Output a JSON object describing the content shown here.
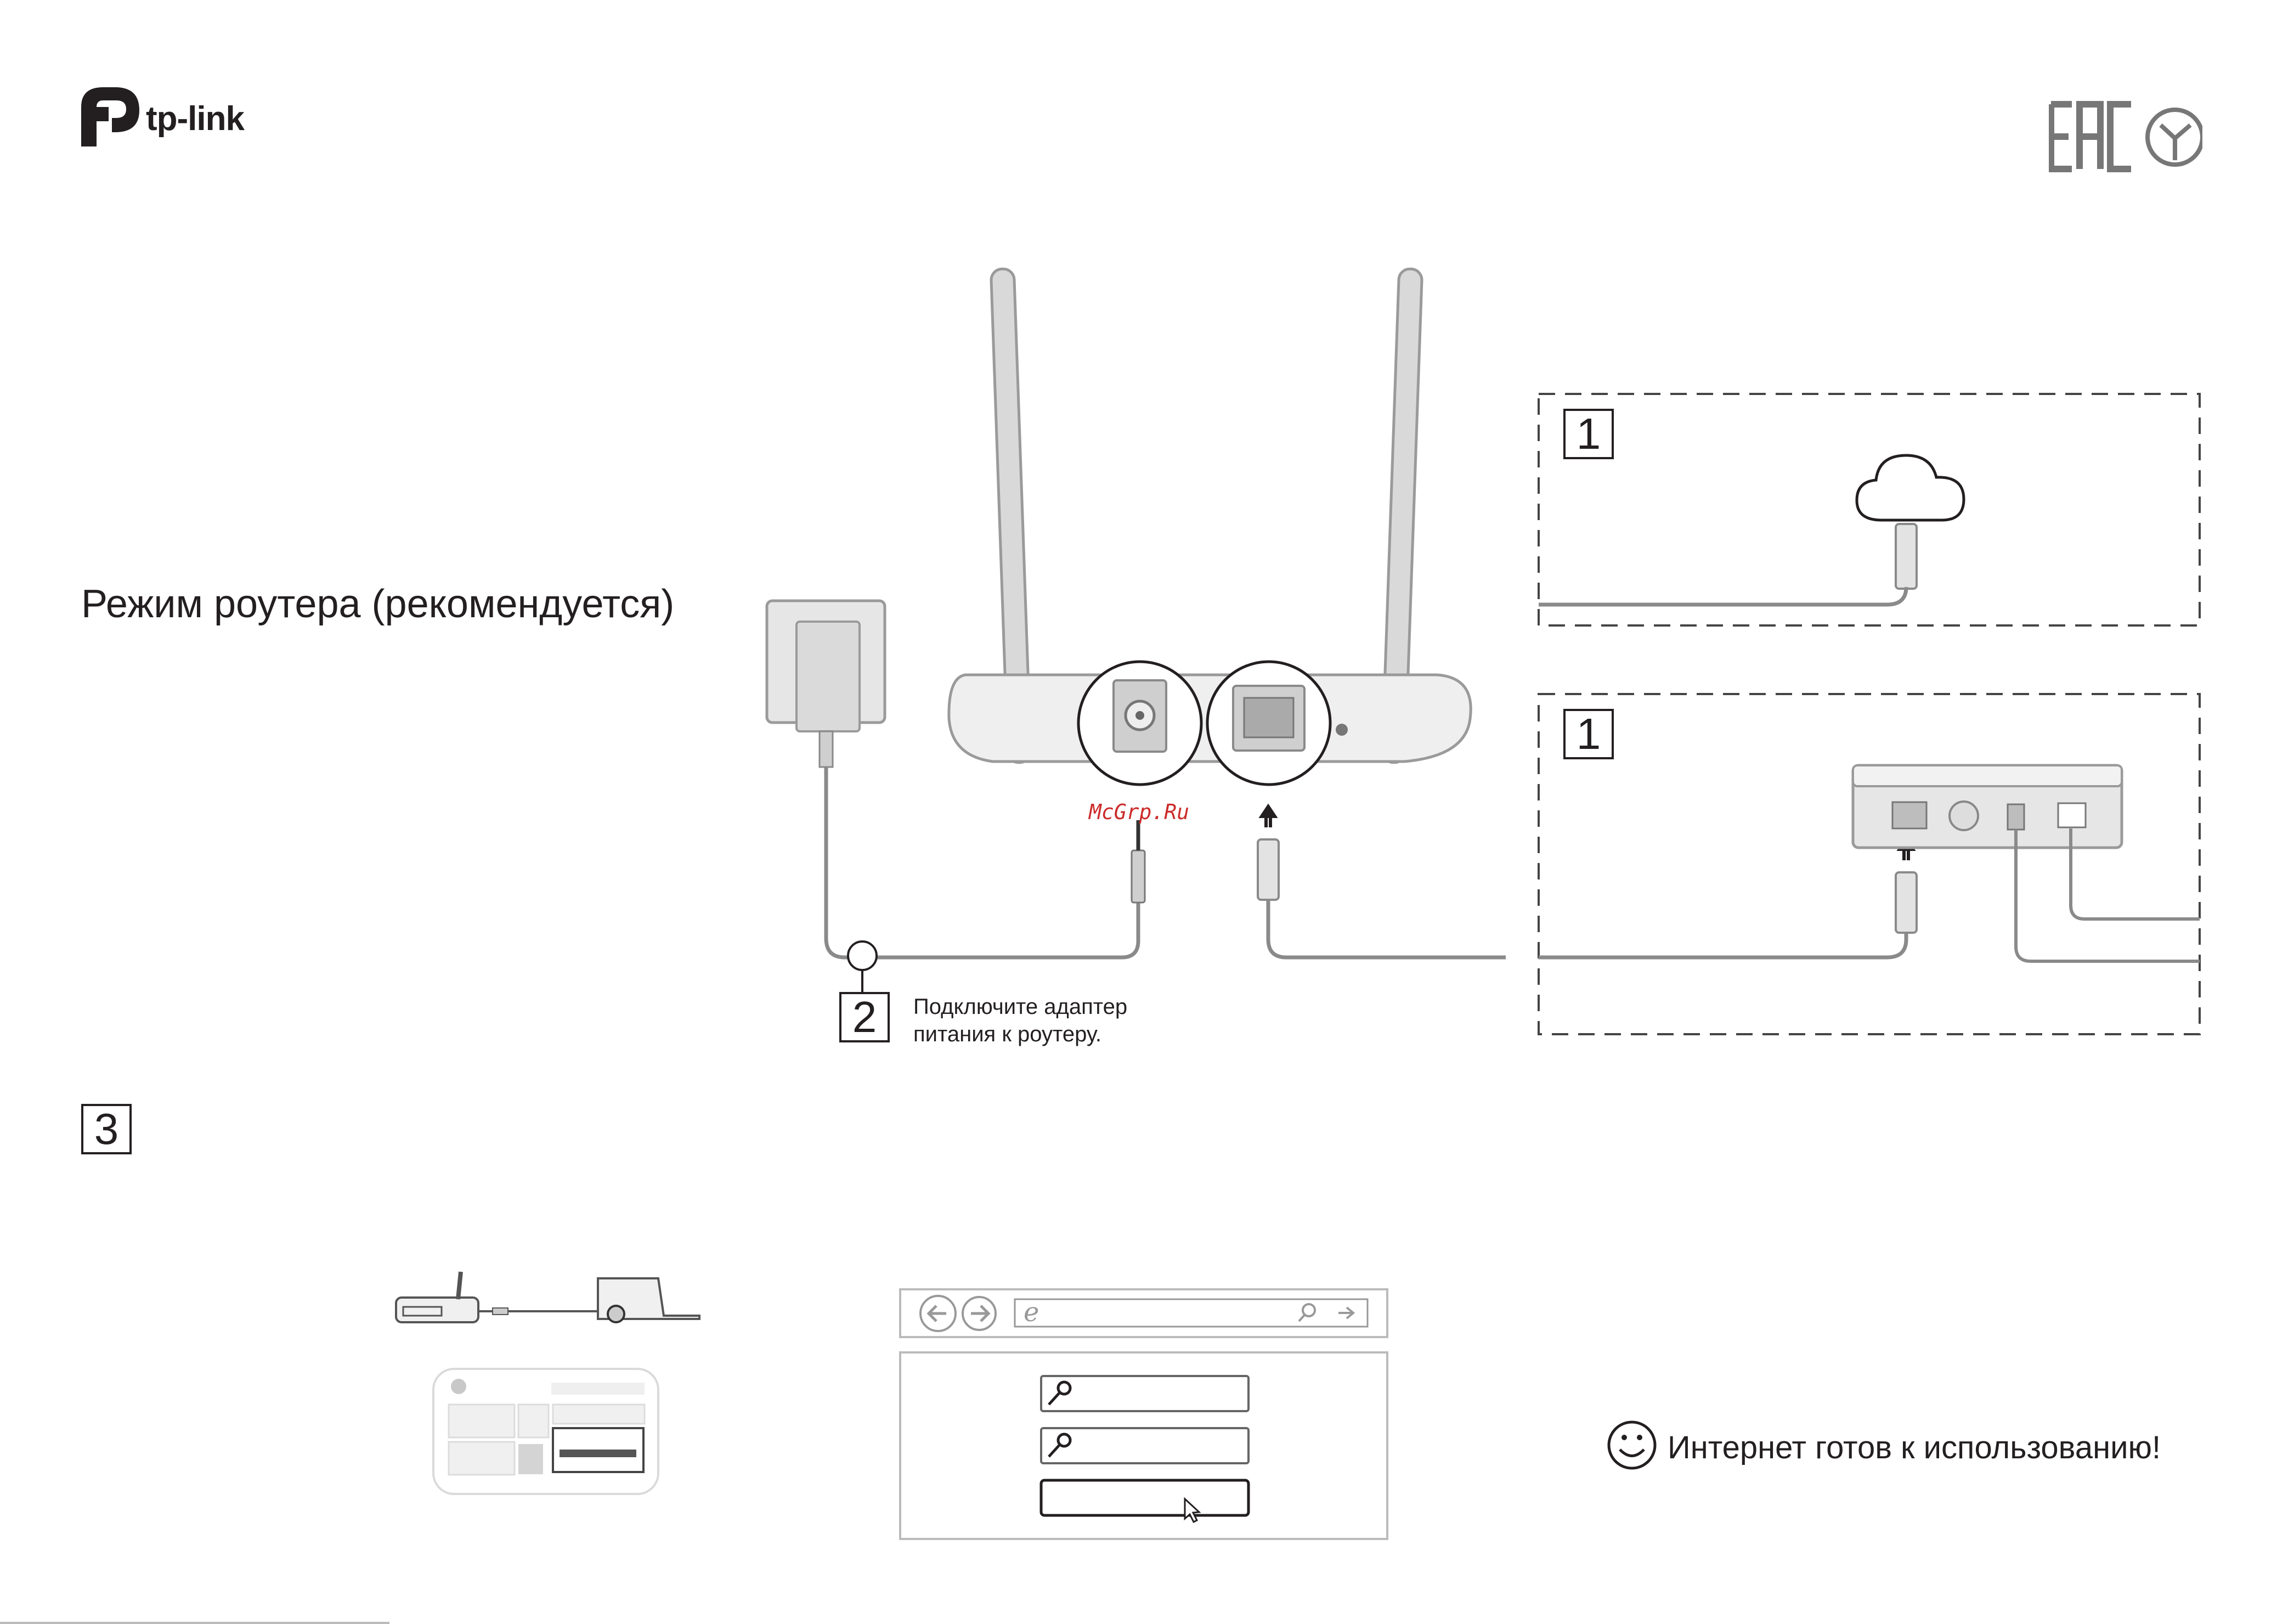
{
  "brand": {
    "name": "tp-link",
    "color": "#231f20"
  },
  "title": "Режим роутера (рекомендуется)",
  "steps": {
    "internet": "1",
    "modem": "1",
    "power": "2",
    "config": "3"
  },
  "power_caption": {
    "line1": "Подключите адаптер",
    "line2": "питания к роутеру."
  },
  "watermark": "McGrp.Ru",
  "ready_text": "Интернет готов к использованию!",
  "icons": {
    "logo": "tp-link-logo",
    "certification": "eac-mark-icon",
    "cloud": "cloud-icon",
    "smile": "smile-icon",
    "key": "key-icon",
    "back": "back-arrow-icon",
    "forward": "forward-arrow-icon",
    "browser": "ie-browser-icon",
    "search": "search-icon",
    "cursor": "cursor-icon"
  },
  "colors": {
    "line": "#8a8a8a",
    "device": "#e6e6e6",
    "dash": "#444444",
    "ink": "#231f20",
    "watermark": "#cc2b2b"
  }
}
